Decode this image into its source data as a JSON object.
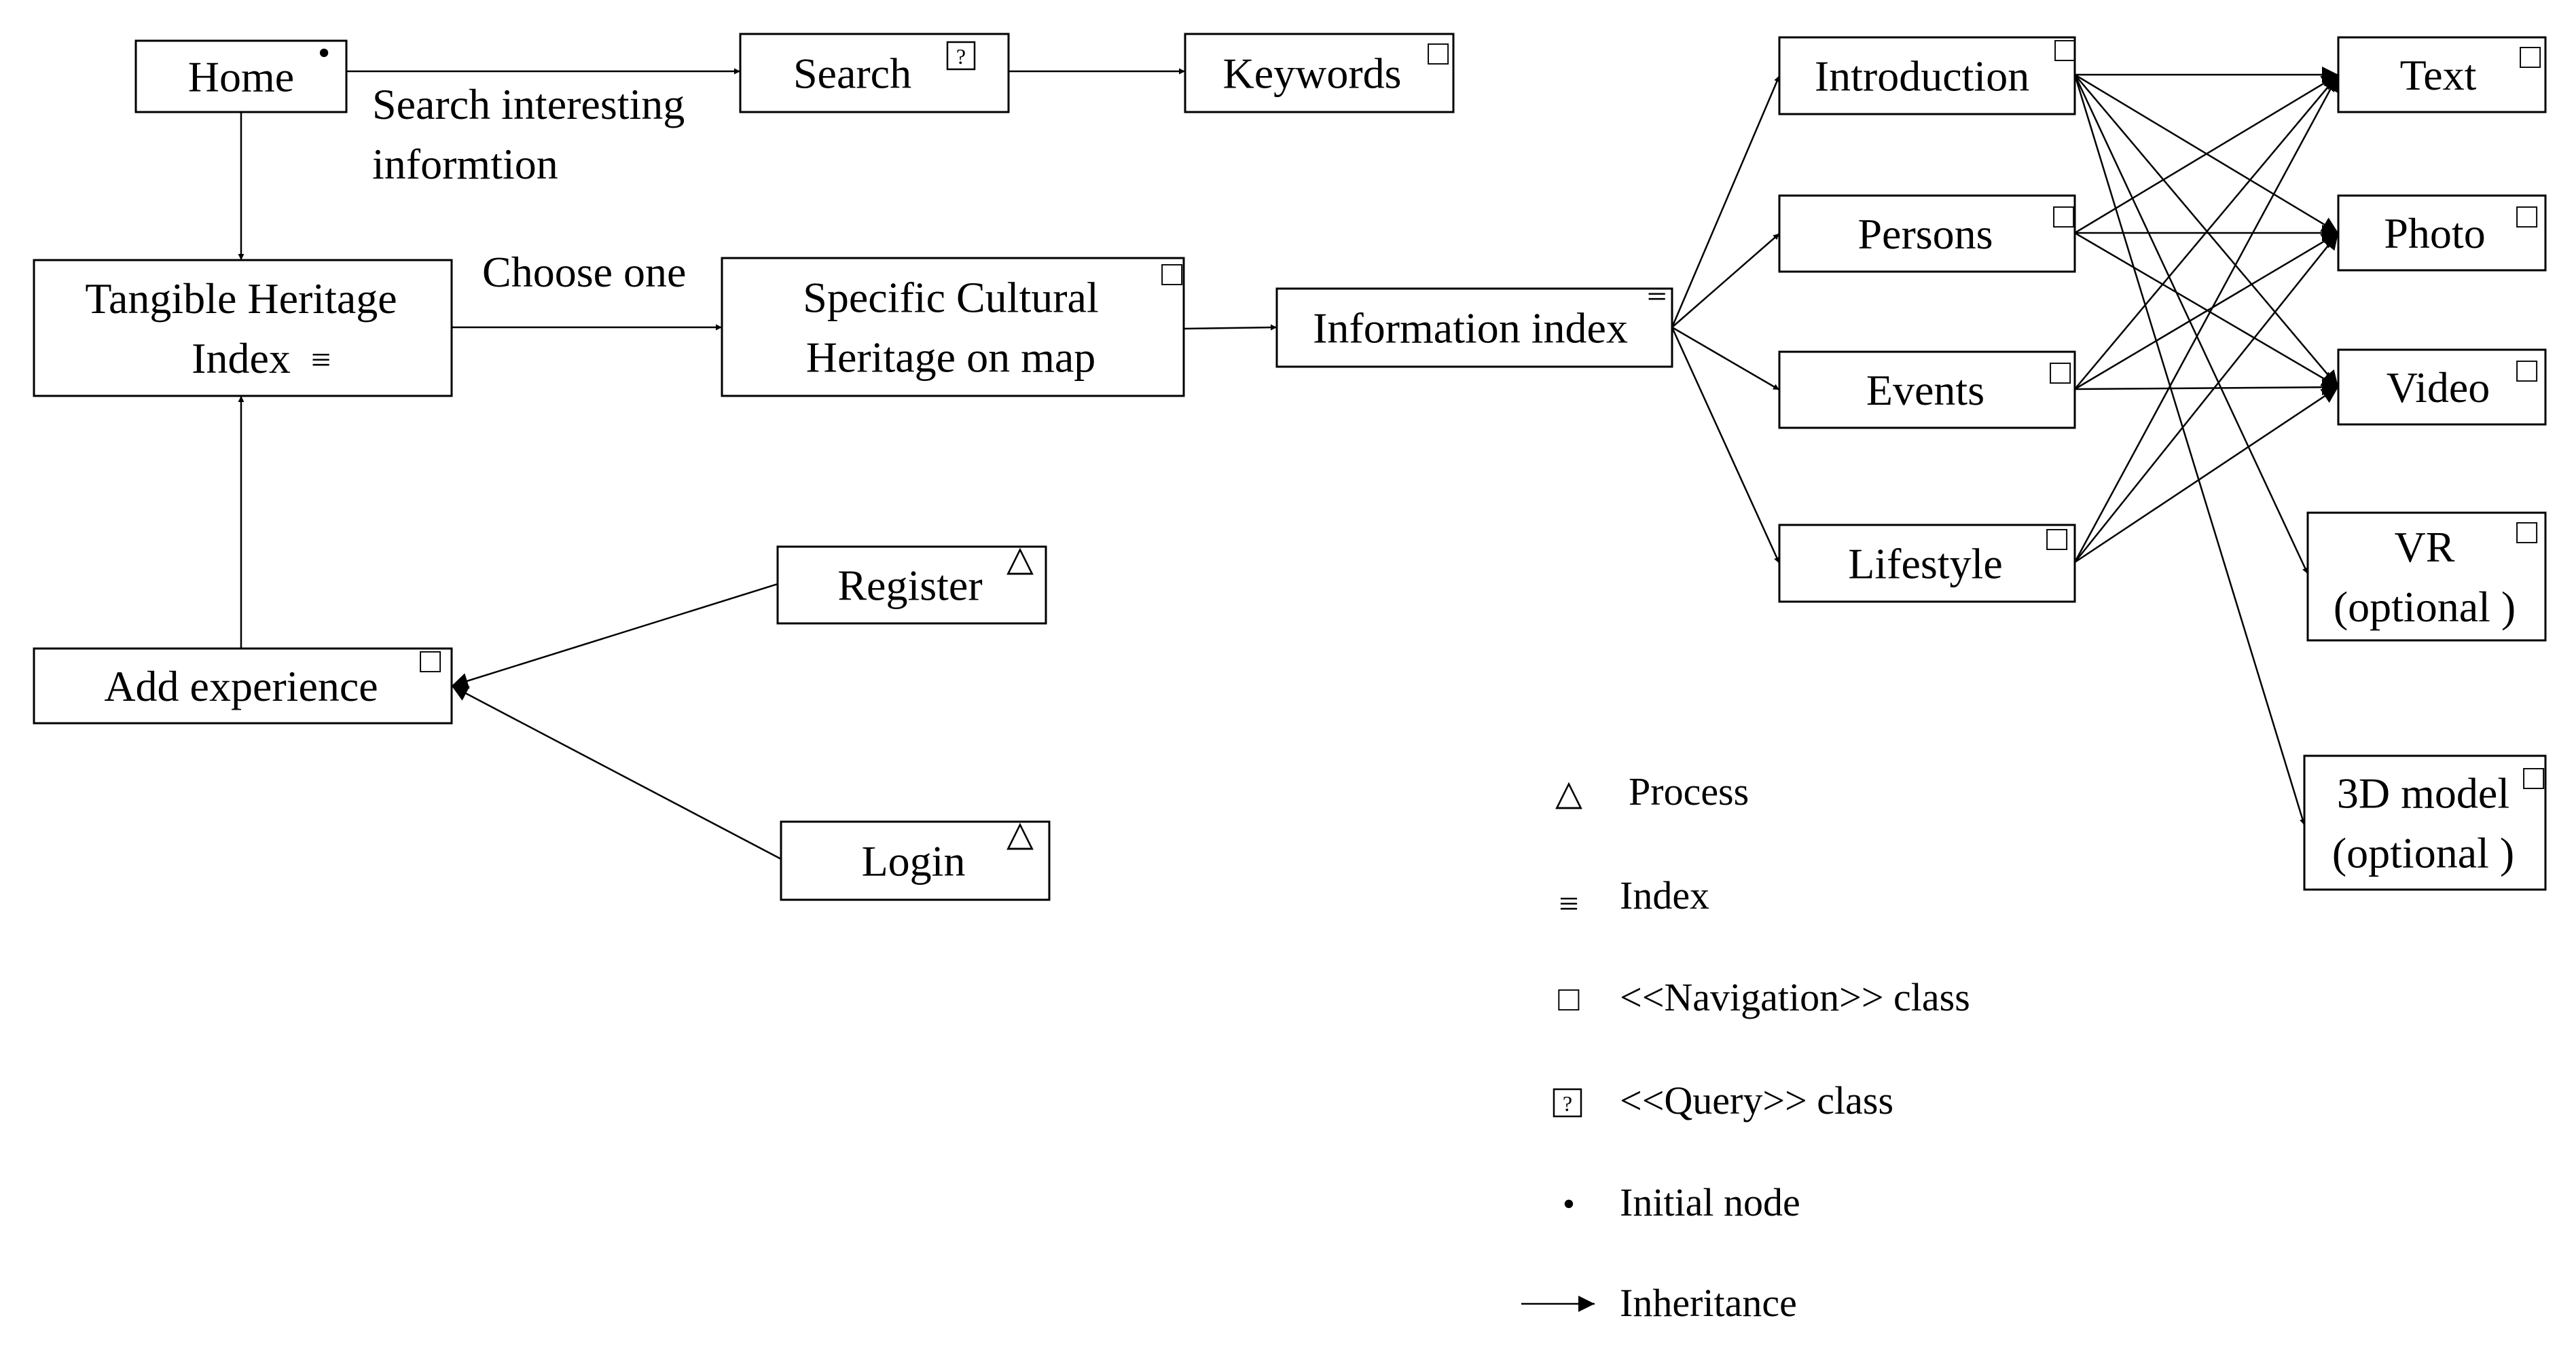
{
  "nodes": {
    "home": {
      "lines": [
        "Home"
      ],
      "marker": "•"
    },
    "search": {
      "lines": [
        "Search"
      ],
      "marker": "?"
    },
    "keywords": {
      "lines": [
        "Keywords"
      ],
      "marker": "□"
    },
    "tangible": {
      "lines": [
        "Tangible Heritage",
        "Index"
      ],
      "marker": "≡"
    },
    "specific": {
      "lines": [
        "Specific Cultural",
        "Heritage on map"
      ],
      "marker": "□"
    },
    "infoindex": {
      "lines": [
        "Information index"
      ],
      "marker": "≡"
    },
    "add_experience": {
      "lines": [
        "Add experience"
      ],
      "marker": "□"
    },
    "register": {
      "lines": [
        "Register"
      ],
      "marker": "△"
    },
    "login": {
      "lines": [
        "Login"
      ],
      "marker": "△"
    },
    "introduction": {
      "lines": [
        "Introduction"
      ],
      "marker": "□"
    },
    "persons": {
      "lines": [
        "Persons"
      ],
      "marker": "□"
    },
    "events": {
      "lines": [
        "Events"
      ],
      "marker": "□"
    },
    "lifestyle": {
      "lines": [
        "Lifestyle"
      ],
      "marker": "□"
    },
    "text": {
      "lines": [
        "Text"
      ],
      "marker": "□"
    },
    "photo": {
      "lines": [
        "Photo"
      ],
      "marker": "□"
    },
    "video": {
      "lines": [
        "Video"
      ],
      "marker": "□"
    },
    "vr": {
      "lines": [
        "VR",
        "(optional )"
      ],
      "marker": "□"
    },
    "model3d": {
      "lines": [
        "3D model",
        "(optional )"
      ],
      "marker": "□"
    }
  },
  "edge_labels": {
    "home_search": [
      "Search interesting",
      "informtion"
    ],
    "tangible_specific": [
      "Choose one"
    ]
  },
  "edges": [
    [
      "home",
      "search"
    ],
    [
      "search",
      "keywords"
    ],
    [
      "home",
      "tangible"
    ],
    [
      "tangible",
      "specific"
    ],
    [
      "specific",
      "infoindex"
    ],
    [
      "add_experience",
      "tangible"
    ],
    [
      "register",
      "add_experience"
    ],
    [
      "login",
      "add_experience"
    ],
    [
      "infoindex",
      "introduction"
    ],
    [
      "infoindex",
      "persons"
    ],
    [
      "infoindex",
      "events"
    ],
    [
      "infoindex",
      "lifestyle"
    ],
    [
      "introduction",
      "text"
    ],
    [
      "introduction",
      "photo"
    ],
    [
      "introduction",
      "video"
    ],
    [
      "introduction",
      "vr"
    ],
    [
      "introduction",
      "model3d"
    ],
    [
      "persons",
      "text"
    ],
    [
      "persons",
      "photo"
    ],
    [
      "persons",
      "video"
    ],
    [
      "events",
      "text"
    ],
    [
      "events",
      "photo"
    ],
    [
      "events",
      "video"
    ],
    [
      "lifestyle",
      "text"
    ],
    [
      "lifestyle",
      "photo"
    ],
    [
      "lifestyle",
      "video"
    ]
  ],
  "legend": [
    {
      "symbol": "△",
      "label": "Process"
    },
    {
      "symbol": "≡",
      "label": "Index"
    },
    {
      "symbol": "□",
      "label": "<<Navigation>> class"
    },
    {
      "symbol": "?",
      "label": "<<Query>> class"
    },
    {
      "symbol": "•",
      "label": "Initial node"
    },
    {
      "symbol": "→",
      "label": "Inheritance"
    }
  ]
}
